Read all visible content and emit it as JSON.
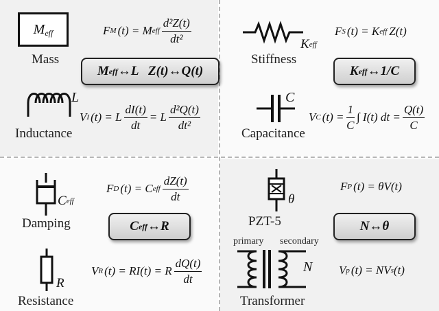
{
  "mass": {
    "box_symbol": "M",
    "box_symbol_sub": "eff",
    "name": "Mass",
    "equation": {
      "lhs": "F",
      "lhs_sub": "M",
      "arg": "(t) = M",
      "arg_sub": "eff",
      "num": "d²Z(t)",
      "den": "dt²"
    }
  },
  "relation_ml": {
    "text": "M",
    "text_sub": "eff",
    "text_rest": "↔L   Z(t)↔Q(t)"
  },
  "inductance": {
    "symbol": "L",
    "name": "Inductance",
    "equation": {
      "lhs": "V",
      "lhs_sub": "I",
      "part1": "(t) = L",
      "frac1_num": "dI(t)",
      "frac1_den": "dt",
      "part2": "= L",
      "frac2_num": "d²Q(t)",
      "frac2_den": "dt²"
    }
  },
  "stiffness": {
    "symbol": "K",
    "symbol_sub": "eff",
    "name": "Stiffness",
    "equation": {
      "lhs": "F",
      "lhs_sub": "S",
      "rest": "(t) = K",
      "rest_sub": "eff",
      "tail": "Z(t)"
    }
  },
  "relation_kc": {
    "text": "K",
    "text_sub": "eff",
    "text_rest": "↔1/C"
  },
  "capacitance": {
    "symbol": "C",
    "name": "Capacitance",
    "equation": {
      "lhs": "V",
      "lhs_sub": "C",
      "part1": "(t) =",
      "frac1_num": "1",
      "frac1_den": "C",
      "part2": "∫ I(t) dt =",
      "frac2_num": "Q(t)",
      "frac2_den": "C"
    }
  },
  "damping": {
    "symbol": "C",
    "symbol_sub": "eff",
    "name": "Damping",
    "equation": {
      "lhs": "F",
      "lhs_sub": "D",
      "rest": "(t) = C",
      "rest_sub": "eff",
      "num": "dZ(t)",
      "den": "dt"
    }
  },
  "relation_cr": {
    "text": "C",
    "text_sub": "eff",
    "text_rest": "↔R"
  },
  "resistance": {
    "symbol": "R",
    "name": "Resistance",
    "equation": {
      "lhs": "V",
      "lhs_sub": "R",
      "rest": "(t) = RI(t) = R",
      "num": "dQ(t)",
      "den": "dt"
    }
  },
  "pzt": {
    "symbol": "θ",
    "name": "PZT-5",
    "equation": {
      "lhs": "F",
      "lhs_sub": "P",
      "rest": "(t) = θV(t)"
    }
  },
  "relation_nt": {
    "text": "N↔θ"
  },
  "transformer": {
    "label_primary": "primary",
    "label_secondary": "secondary",
    "symbol": "N",
    "name": "Transformer",
    "equation": {
      "lhs": "V",
      "lhs_sub": "p",
      "rest": "(t) = NV",
      "rest_sub": "s",
      "tail": "(t)"
    }
  }
}
